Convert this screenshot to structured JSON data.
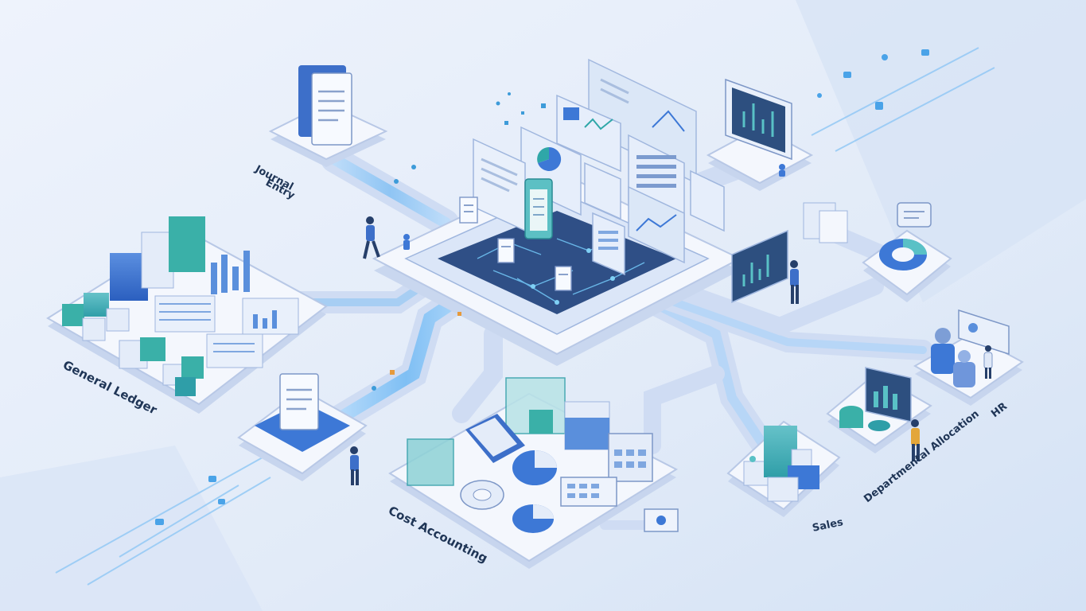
{
  "labels": {
    "journal_entry_line1": "Journal",
    "journal_entry_line2": "Entry",
    "general_ledger": "General Ledger",
    "cost_accounting": "Cost Accounting",
    "sales": "Sales",
    "departmental_allocation": "Departmental Allocation",
    "hr": "HR"
  },
  "colors": {
    "background": "#e6eefa",
    "platform": "#f4f7fd",
    "platform_edge": "#b8c8e6",
    "accent_blue": "#3d78d6",
    "accent_teal": "#2fa7a8",
    "pipe": "#cfdcf3",
    "flow": "#8fc3f4",
    "screen": "#dbe7f7",
    "screen_dark": "#2d4f7f"
  },
  "icons": [
    "document-icon",
    "cube-icon",
    "bar-chart-icon",
    "pie-chart-icon",
    "calculator-icon",
    "monitor-icon",
    "person-icon",
    "server-icon"
  ]
}
